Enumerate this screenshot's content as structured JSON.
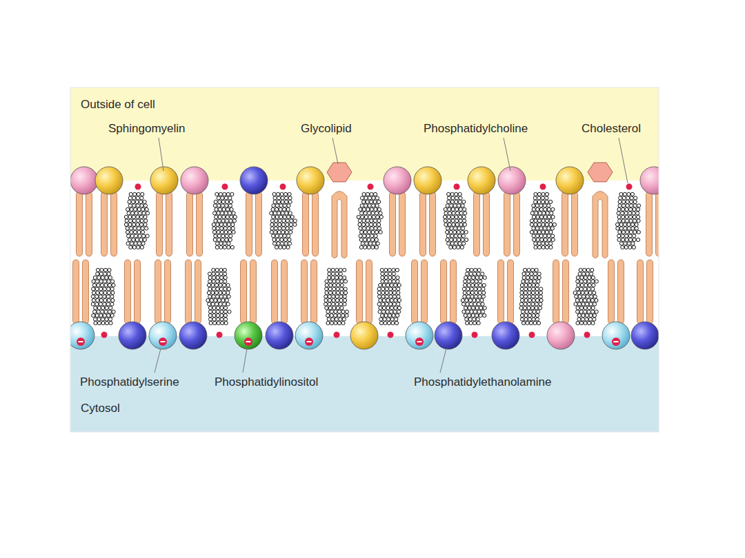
{
  "diagram": {
    "labels": [
      "Outside of cell",
      "Sphingomyelin",
      "Glycolipid",
      "Phosphatidylcholine",
      "Cholesterol",
      "Phosphatidylserine",
      "Phosphatidylinositol",
      "Phosphatidylethanolamine",
      "Cytosol"
    ]
  }
}
